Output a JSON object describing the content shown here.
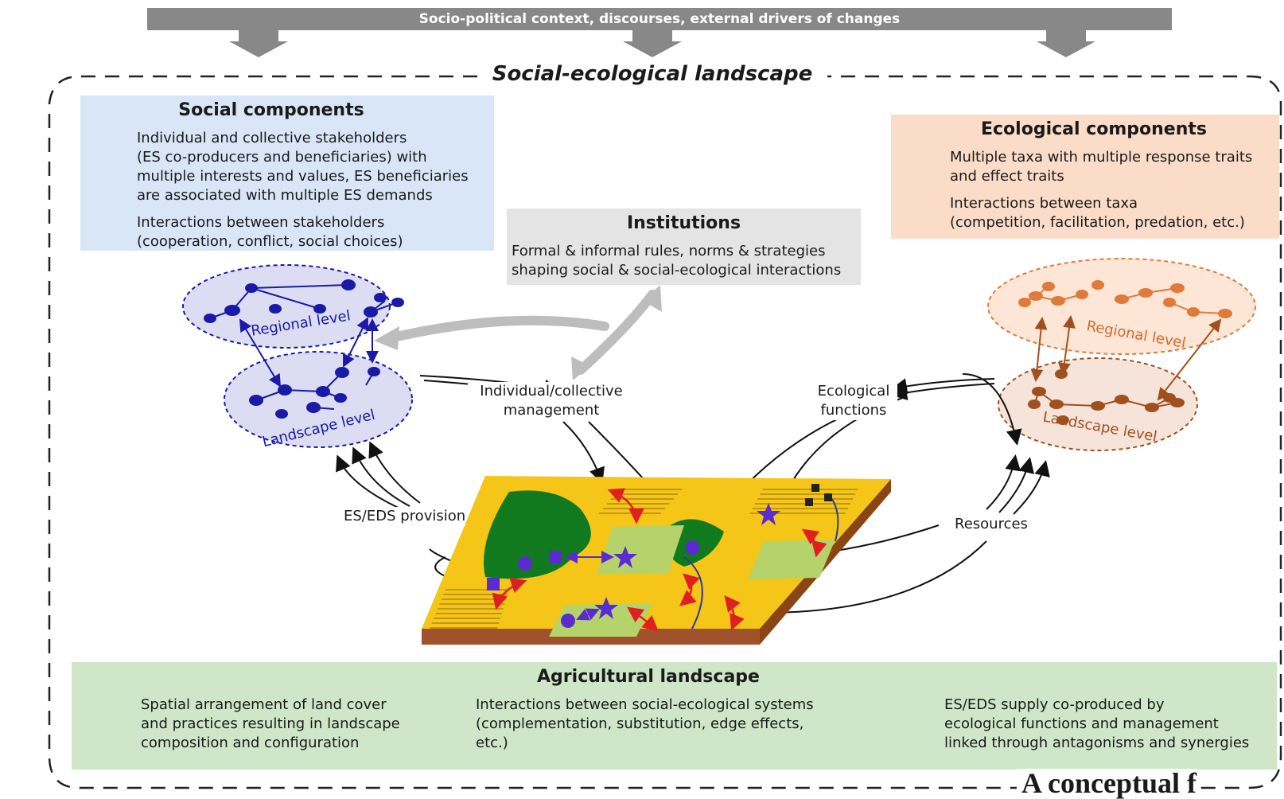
{
  "top_bar": "Socio-political context, discourses, external drivers of changes",
  "landscape_title": "Social-ecological landscape",
  "social": {
    "title": "Social components",
    "stakeholders": [
      "Individual and collective stakeholders",
      "(ES co-producers and beneficiaries) with",
      "multiple interests and values, ES beneficiaries",
      "are associated with multiple ES demands"
    ],
    "interactions": [
      "Interactions between stakeholders",
      "(cooperation, conflict, social choices)"
    ],
    "regional_level": "Regional level",
    "landscape_level": "Landscape level"
  },
  "ecological": {
    "title": "Ecological components",
    "taxa": [
      "Multiple taxa with multiple response traits",
      "and effect traits"
    ],
    "interactions": [
      "Interactions between taxa",
      "(competition, facilitation, predation, etc.)"
    ],
    "regional_level": "Regional level",
    "landscape_level": "Landscape level"
  },
  "institutions": {
    "title": "Institutions",
    "lines": [
      "Formal & informal rules, norms & strategies",
      "shaping social & social-ecological interactions"
    ]
  },
  "flows": {
    "management": [
      "Individual/collective",
      "management"
    ],
    "eco_functions": [
      "Ecological",
      "functions"
    ],
    "provision": "ES/EDS provision",
    "resources": "Resources"
  },
  "agricultural": {
    "title": "Agricultural landscape",
    "spatial": [
      "Spatial arrangement of land cover",
      "and practices resulting in landscape",
      "composition and configuration"
    ],
    "interactions": [
      "Interactions between social-ecological systems",
      "(complementation, substitution, edge effects,",
      "etc.)"
    ],
    "supply": [
      "ES/EDS supply co-produced by",
      "ecological functions and management",
      "linked through antagonisms and synergies"
    ]
  },
  "caption": "A conceptual f",
  "colors": {
    "social_blue": "#1a1aa8",
    "eco_orange": "#c85a1e",
    "crop_yellow": "#f5c518",
    "forest_green": "#127a1e",
    "grass_green": "#b5d36a",
    "interaction_red": "#e02020",
    "supply_purple": "#5a2bd0"
  }
}
